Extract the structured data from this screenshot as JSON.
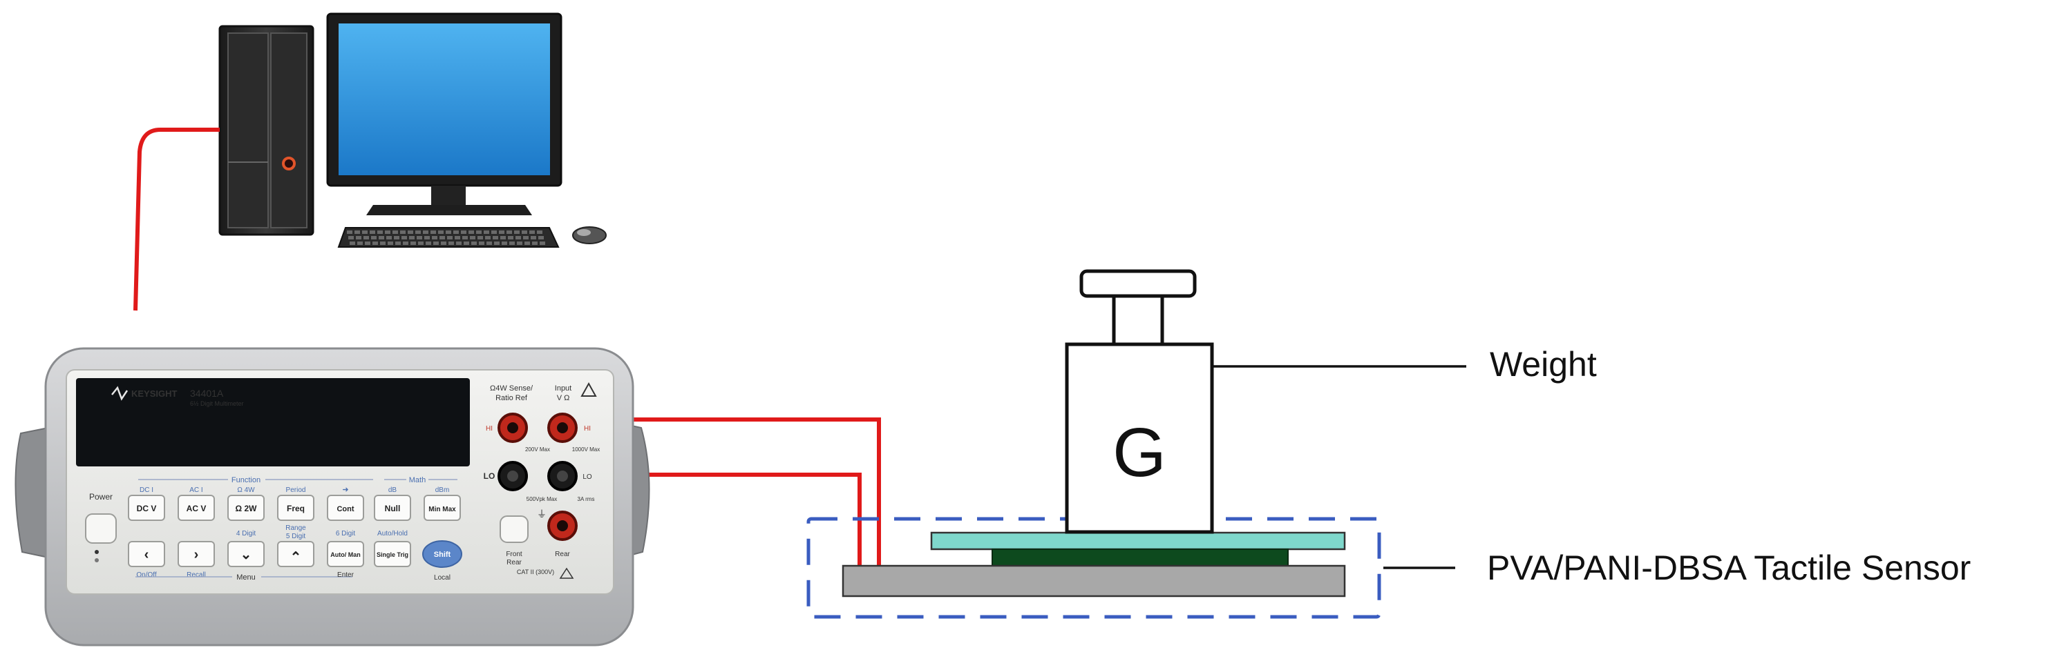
{
  "labels": {
    "weight": "Weight",
    "sensor": "PVA/PANI-DBSA Tactile Sensor",
    "weight_mark": "G"
  },
  "multimeter": {
    "brand": "KEYSIGHT",
    "model": "34401A",
    "subtitle": "6½ Digit Multimeter",
    "power_label": "Power",
    "group_function": "Function",
    "group_math": "Math",
    "group_range": "Range",
    "group_menu": "Menu",
    "terminal_sense": "Ω4W Sense/",
    "terminal_ratio": "Ratio Ref",
    "terminal_input": "Input",
    "terminal_input_v": "V Ω",
    "hi": "HI",
    "lo": "LO",
    "max_200v": "200V Max",
    "max_1000v": "1000V Max",
    "max_500vpk": "500Vpk Max",
    "amps": "3A rms",
    "front": "Front",
    "rear": "Rear",
    "rear_label": "Rear",
    "cat": "CAT II (300V)",
    "local": "Local",
    "sec_dci": "DC I",
    "sec_aci": "AC I",
    "sec_o4w": "Ω 4W",
    "sec_period": "Period",
    "sec_db": "dB",
    "sec_dbm": "dBm",
    "sec_4digit": "4 Digit",
    "sec_5digit": "5 Digit",
    "sec_6digit": "6 Digit",
    "sec_autohold": "Auto/Hold",
    "sec_onoff": "On/Off",
    "sec_recall": "Recall",
    "sec_enter": "Enter",
    "row1_buttons": [
      "DC V",
      "AC V",
      "Ω 2W",
      "Freq",
      "Cont"
    ],
    "math_buttons": [
      "Null",
      "Min Max"
    ],
    "row2_arrows": [
      "‹",
      "›",
      "⌄",
      "⌃"
    ],
    "auto_button": "Auto/ Man",
    "single_button": "Single Trig",
    "shift_button": "Shift"
  },
  "colors": {
    "wire": "#e01a1a",
    "dashed_box": "#3a5cc0",
    "sensor_top": "#7fd8cc",
    "sensor_mid": "#0d4a1e",
    "sensor_base": "#a8a8a8",
    "monitor_screen": "#2f9be0"
  }
}
